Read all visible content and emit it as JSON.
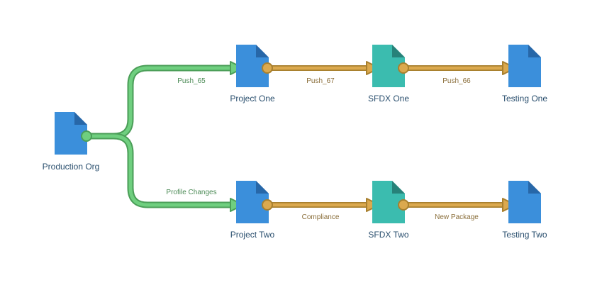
{
  "colors": {
    "org_doc": "#3b8fdb",
    "org_doc_fold": "#2767a8",
    "sfdx_doc": "#3bbcaf",
    "sfdx_doc_fold": "#278279",
    "green_pipe": "#6fcf7f",
    "green_pipe_edge": "#4b9e58",
    "gold_pipe": "#dba94e",
    "gold_pipe_edge": "#a8802f"
  },
  "nodes": {
    "production_org": {
      "label": "Production Org",
      "icon": "salesforce-org-doc-icon"
    },
    "project_one": {
      "label": "Project One",
      "icon": "salesforce-org-doc-icon"
    },
    "project_two": {
      "label": "Project Two",
      "icon": "salesforce-org-doc-icon"
    },
    "sfdx_one": {
      "label": "SFDX One",
      "icon": "sfdx-doc-icon"
    },
    "sfdx_two": {
      "label": "SFDX Two",
      "icon": "sfdx-doc-icon"
    },
    "testing_one": {
      "label": "Testing One",
      "icon": "salesforce-org-doc-icon"
    },
    "testing_two": {
      "label": "Testing Two",
      "icon": "salesforce-org-doc-icon"
    }
  },
  "edges": {
    "prod_to_project_one": {
      "label": "Push_65"
    },
    "prod_to_project_two": {
      "label": "Profile Changes"
    },
    "project_one_to_sfdx_one": {
      "label": "Push_67"
    },
    "sfdx_one_to_testing_one": {
      "label": "Push_66"
    },
    "project_two_to_sfdx_two": {
      "label": "Compliance"
    },
    "sfdx_two_to_testing_two": {
      "label": "New Package"
    }
  }
}
